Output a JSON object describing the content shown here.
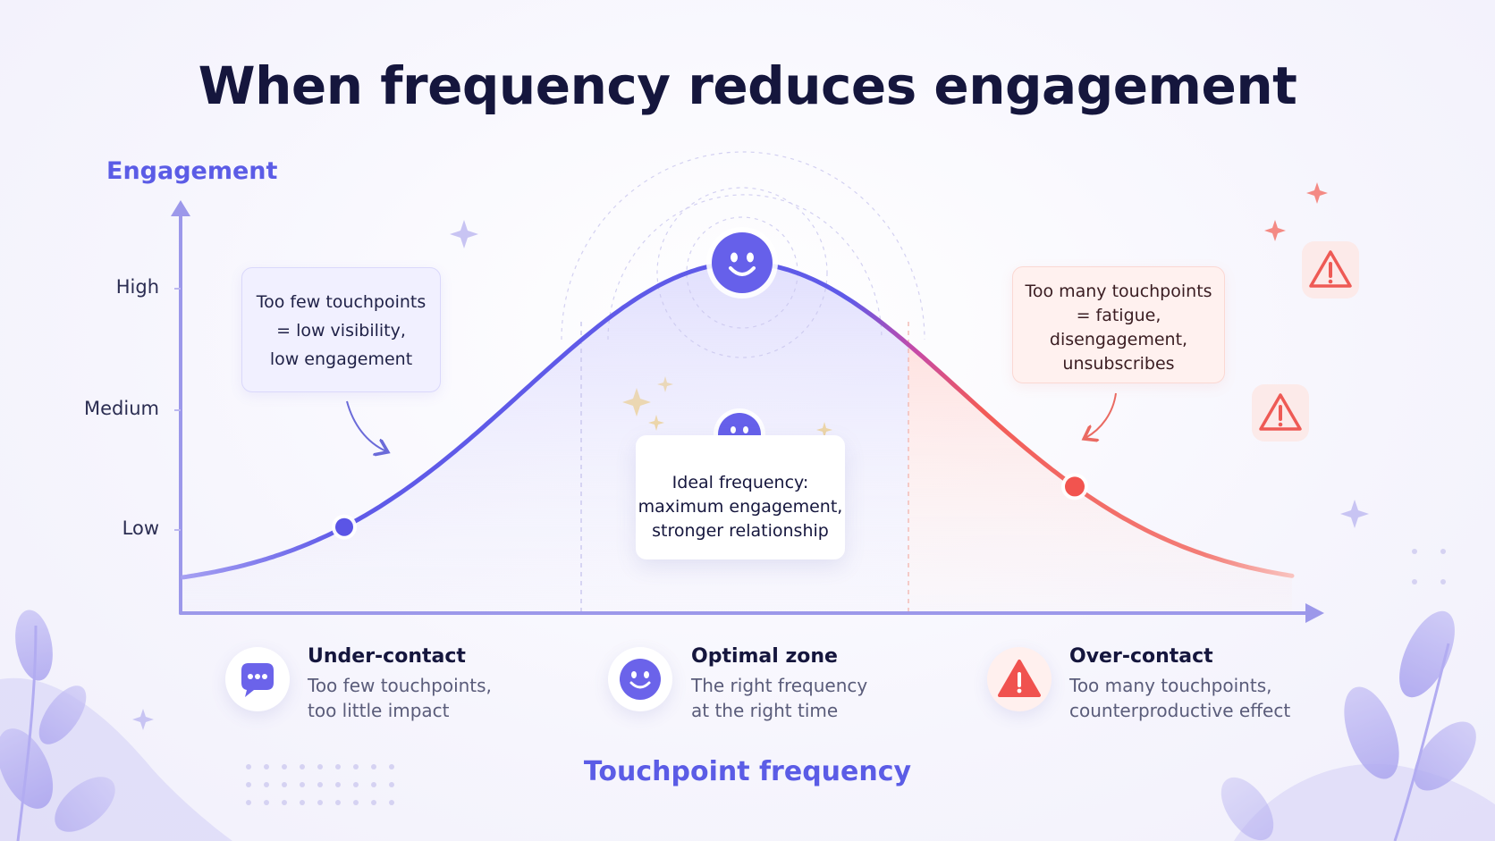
{
  "title": "When frequency reduces engagement",
  "chart_data": {
    "type": "line",
    "xlabel": "Touchpoint frequency",
    "ylabel": "Engagement",
    "y_ticks": [
      "Low",
      "Medium",
      "High"
    ],
    "curve": "bell",
    "x_values_shown": false,
    "markers": [
      {
        "name": "under-contact-point",
        "zone": "Under-contact"
      },
      {
        "name": "optimal-peak",
        "zone": "Optimal zone"
      },
      {
        "name": "over-contact-point",
        "zone": "Over-contact"
      }
    ]
  },
  "callouts": {
    "left": "Too few touchpoints\n= low visibility,\nlow engagement",
    "center": "Ideal frequency:\nmaximum engagement,\nstronger relationship",
    "right": "Too many touchpoints\n= fatigue,\ndisengagement,\nunsubscribes"
  },
  "zones": [
    {
      "title": "Under-contact",
      "desc": "Too few touchpoints,\ntoo little impact",
      "icon": "chat-bubble-icon",
      "color": "#6b63ea"
    },
    {
      "title": "Optimal zone",
      "desc": "The right frequency\nat the right time",
      "icon": "smiley-icon",
      "color": "#6b63ea"
    },
    {
      "title": "Over-contact",
      "desc": "Too many touchpoints,\ncounterproductive effect",
      "icon": "warning-icon",
      "color": "#f0524f"
    }
  ],
  "colors": {
    "accent": "#5b5ce6",
    "danger": "#f25b57",
    "title": "#15163d"
  }
}
